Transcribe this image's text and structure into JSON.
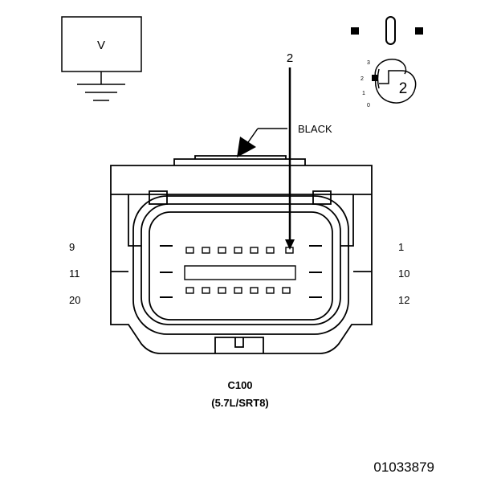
{
  "voltmeter": {
    "symbol": "V"
  },
  "probe": {
    "pin_callout": "2"
  },
  "switch_dial": {
    "positions": [
      "3",
      "2",
      "1",
      "0"
    ],
    "selected": "2"
  },
  "connector": {
    "color_label": "BLACK",
    "name": "C100",
    "variant": "(5.7L/SRT8)",
    "pin_labels_left": [
      "9",
      "11",
      "20"
    ],
    "pin_labels_right": [
      "1",
      "10",
      "12"
    ]
  },
  "figure_id": "01033879"
}
